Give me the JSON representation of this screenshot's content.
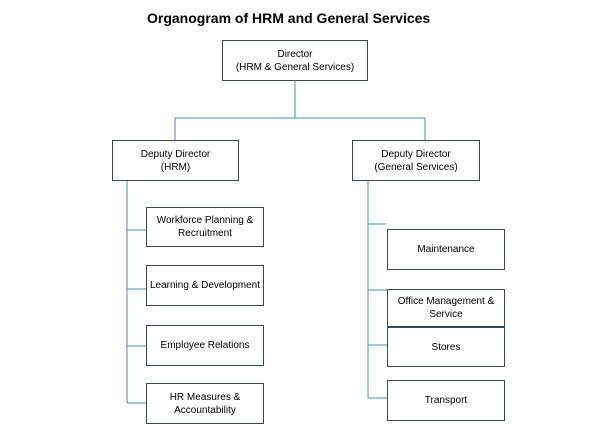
{
  "title": "Organogram of HRM and General Services",
  "colors": {
    "line": "#4a8fa8",
    "box_border": "#2f4b5e"
  },
  "director": "Director\n(HRM  & General Services)",
  "deputy_hrm": "Deputy Director\n(HRM)",
  "deputy_gs": "Deputy Director\n(General Services)",
  "hrm_units": [
    "Workforce Planning &\nRecruitment",
    "Learning &  Development",
    "Employee Relations",
    "HR Measures  &\nAccountability"
  ],
  "gs_units": [
    "Maintenance",
    "Office Management  &\nService",
    "Stores",
    "Transport"
  ]
}
